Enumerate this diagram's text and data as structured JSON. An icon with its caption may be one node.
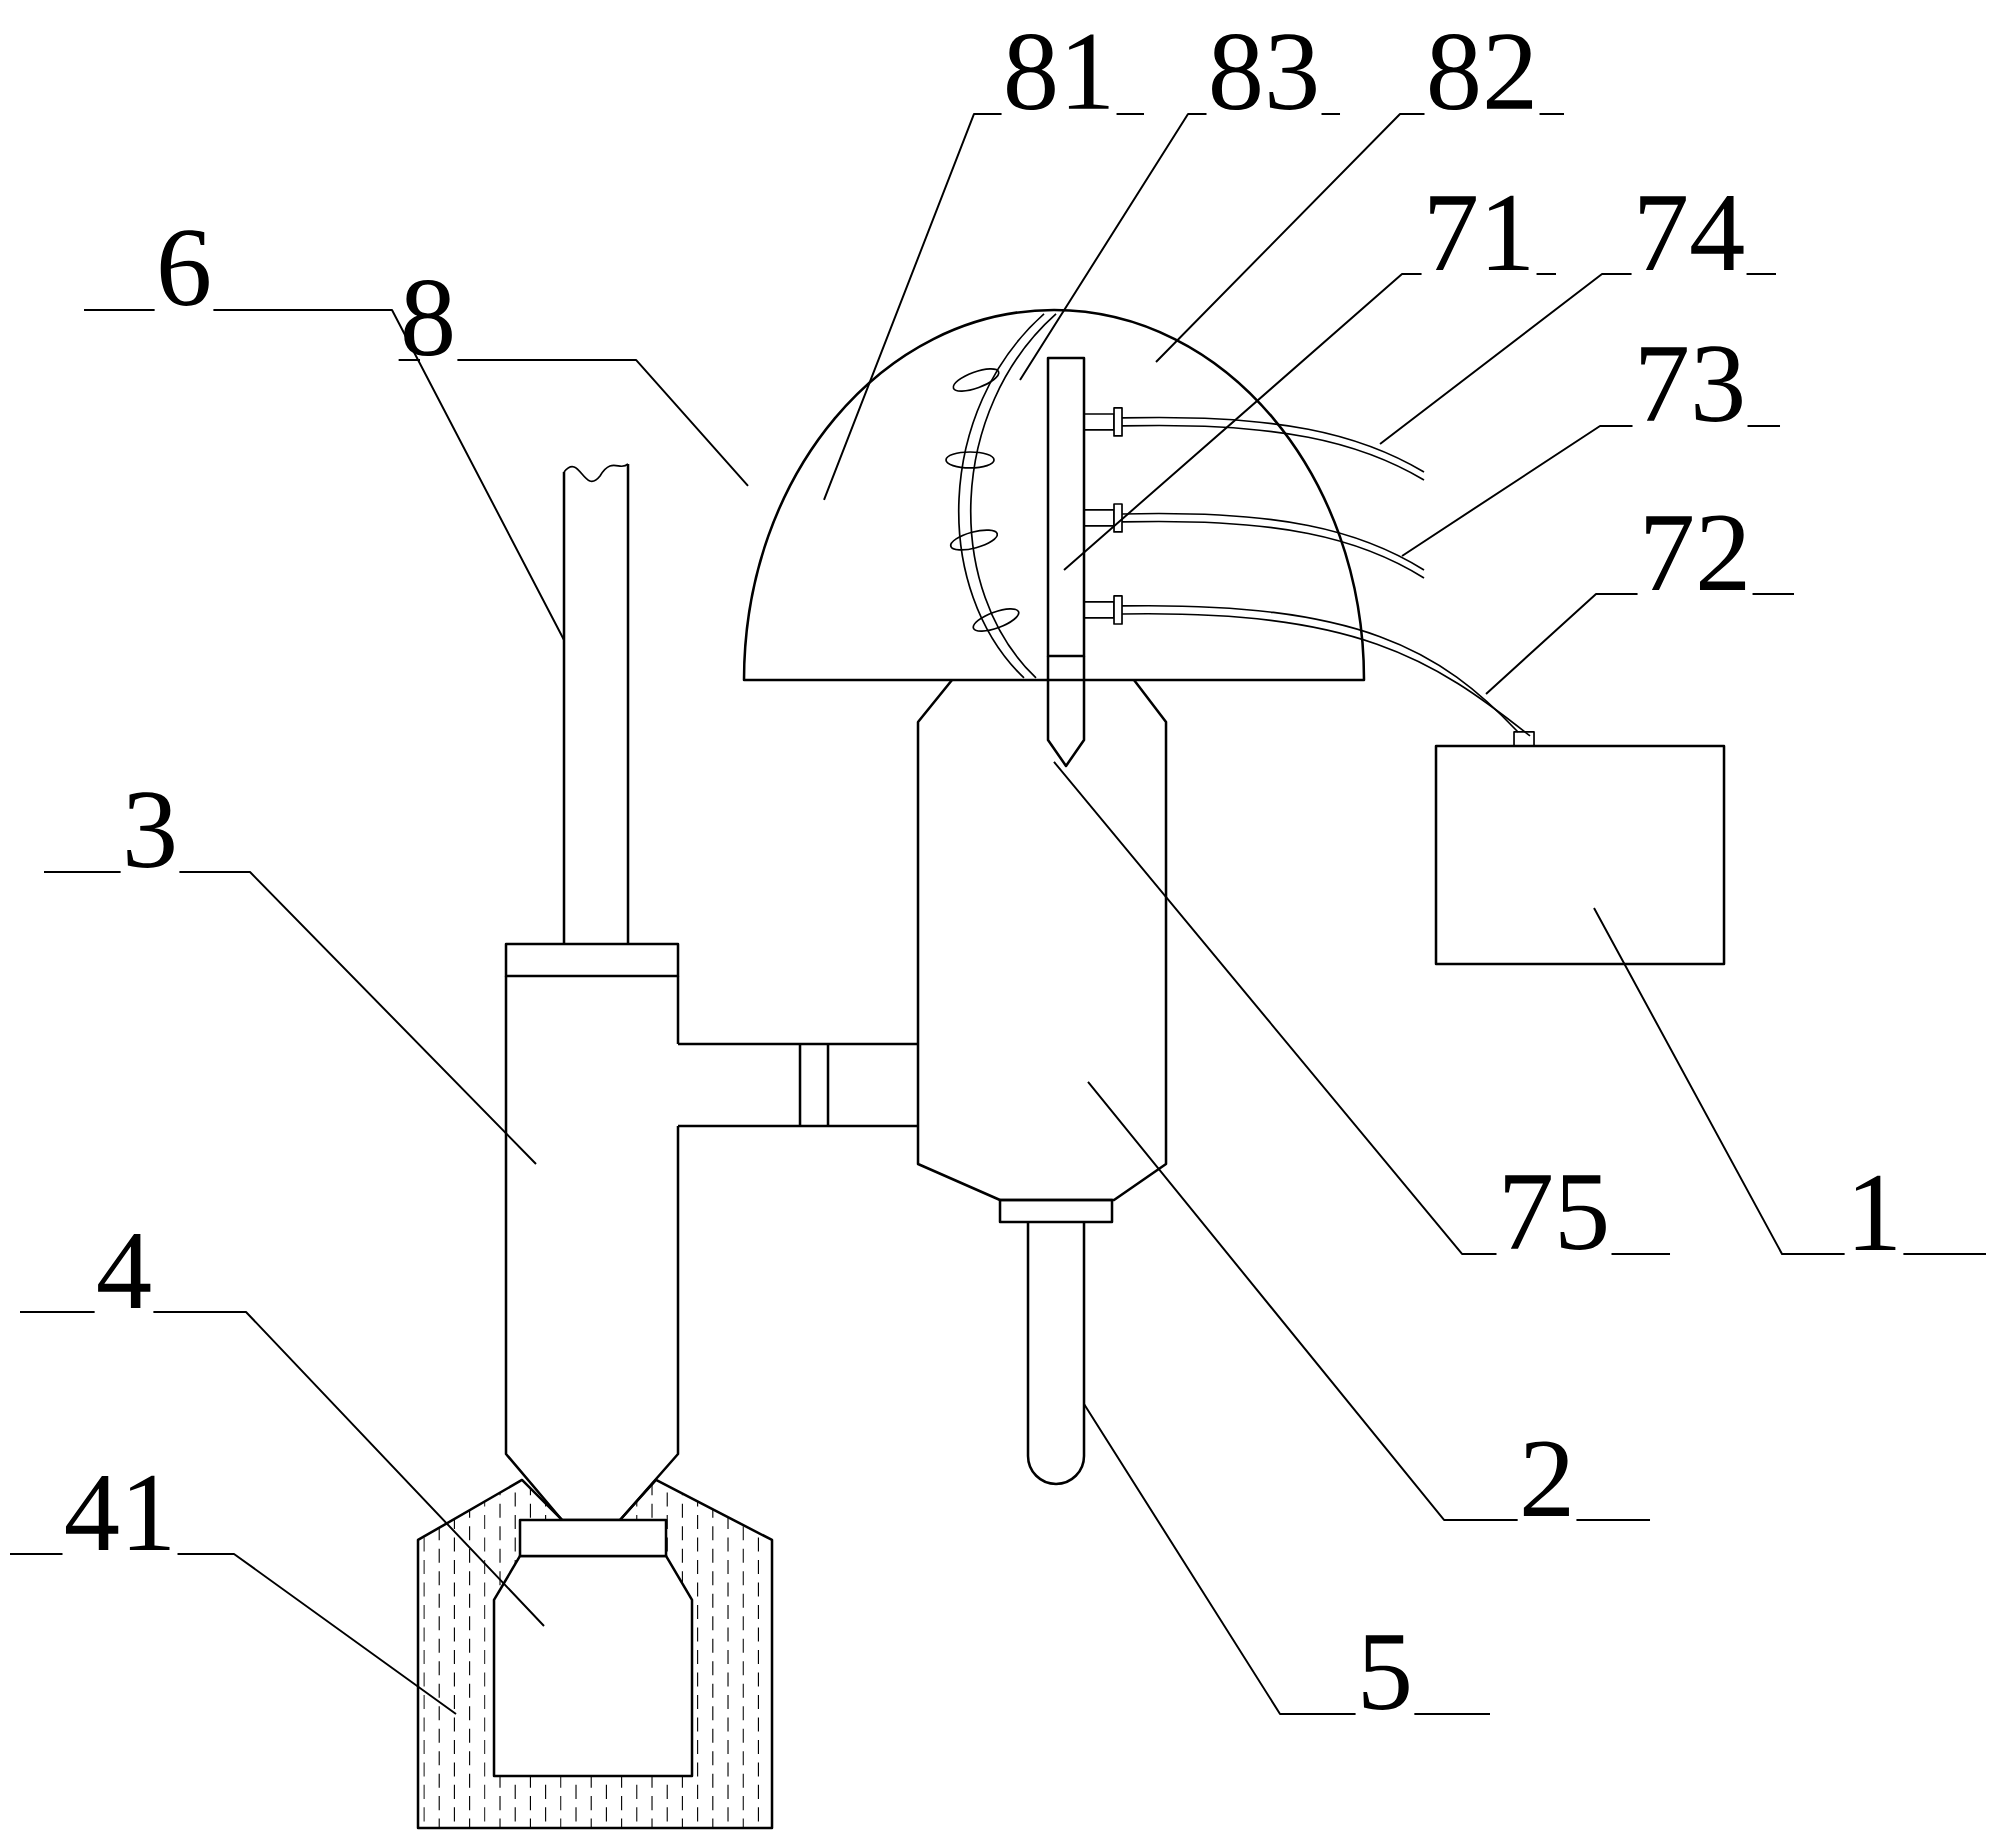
{
  "diagram": {
    "nodes": [
      {
        "text": [
          "81"
        ]
      },
      {
        "text": [
          "83"
        ]
      },
      {
        "text": [
          "82"
        ]
      },
      {
        "text": [
          "71"
        ]
      },
      {
        "text": [
          "74"
        ]
      },
      {
        "text": [
          "8"
        ]
      },
      {
        "text": [
          "6"
        ]
      },
      {
        "text": [
          "73"
        ]
      },
      {
        "text": [
          "72"
        ]
      },
      {
        "text": [
          "3"
        ]
      },
      {
        "text": [
          "75"
        ]
      },
      {
        "text": [
          "1"
        ]
      },
      {
        "text": [
          "4"
        ]
      },
      {
        "text": [
          "2"
        ]
      },
      {
        "text": [
          "41"
        ]
      },
      {
        "text": [
          "5"
        ]
      }
    ],
    "edges": [
      {
        "from": 0,
        "to": null,
        "arrow": "none"
      },
      {
        "from": 1,
        "to": null,
        "arrow": "none"
      },
      {
        "from": 2,
        "to": null,
        "arrow": "none"
      },
      {
        "from": 3,
        "to": null,
        "arrow": "none"
      },
      {
        "from": 4,
        "to": null,
        "arrow": "none"
      },
      {
        "from": 5,
        "to": null,
        "arrow": "none"
      },
      {
        "from": 6,
        "to": null,
        "arrow": "none"
      },
      {
        "from": 7,
        "to": null,
        "arrow": "none"
      },
      {
        "from": 8,
        "to": null,
        "arrow": "none"
      },
      {
        "from": 9,
        "to": null,
        "arrow": "none"
      },
      {
        "from": 10,
        "to": null,
        "arrow": "none"
      },
      {
        "from": 11,
        "to": null,
        "arrow": "none"
      },
      {
        "from": 12,
        "to": null,
        "arrow": "none"
      },
      {
        "from": 13,
        "to": null,
        "arrow": "none"
      },
      {
        "from": 14,
        "to": null,
        "arrow": "none"
      },
      {
        "from": 15,
        "to": null,
        "arrow": "none"
      }
    ]
  }
}
